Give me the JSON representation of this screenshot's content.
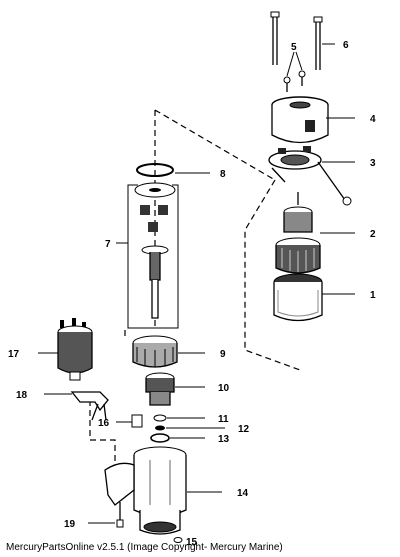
{
  "diagram": {
    "labels": {
      "l1": "1",
      "l2": "2",
      "l3": "3",
      "l4": "4",
      "l5": "5",
      "l6": "6",
      "l7": "7",
      "l8": "8",
      "l9": "9",
      "l10": "10",
      "l11": "11",
      "l12": "12",
      "l13": "13",
      "l14": "14",
      "l15": "15",
      "l16": "16",
      "l17": "17",
      "l18": "18",
      "l19": "19"
    },
    "caption": "MercuryPartsOnline v2.5.1 (Image Copyright- Mercury Marine)"
  }
}
